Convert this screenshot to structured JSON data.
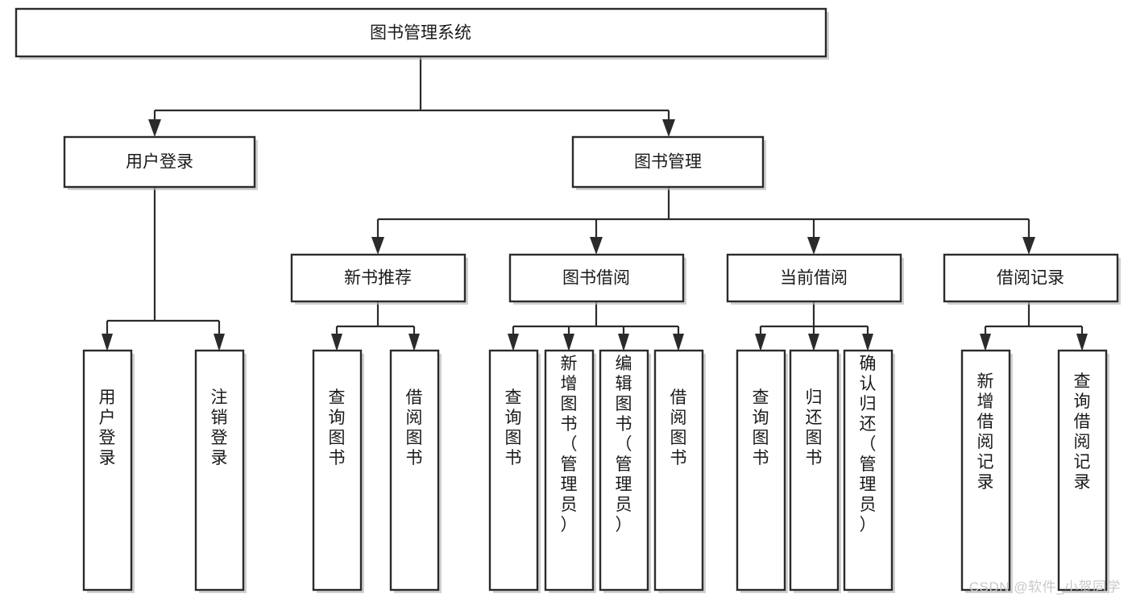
{
  "diagram": {
    "type": "tree",
    "title": "图书管理系统",
    "root": {
      "id": "root",
      "label": "图书管理系统",
      "orientation": "horizontal"
    },
    "level2": [
      {
        "id": "user-login",
        "label": "用户登录",
        "orientation": "horizontal"
      },
      {
        "id": "book-manage",
        "label": "图书管理",
        "orientation": "horizontal"
      }
    ],
    "level3": [
      {
        "id": "new-book-recommend",
        "label": "新书推荐",
        "parent": "book-manage",
        "orientation": "horizontal"
      },
      {
        "id": "book-borrow",
        "label": "图书借阅",
        "parent": "book-manage",
        "orientation": "horizontal"
      },
      {
        "id": "current-borrow",
        "label": "当前借阅",
        "parent": "book-manage",
        "orientation": "horizontal"
      },
      {
        "id": "borrow-record",
        "label": "借阅记录",
        "parent": "book-manage",
        "orientation": "horizontal"
      }
    ],
    "leaves": [
      {
        "id": "leaf-user-login",
        "label": "用户登录",
        "parent": "user-login",
        "orientation": "vertical"
      },
      {
        "id": "leaf-logout-login",
        "label": "注销登录",
        "parent": "user-login",
        "orientation": "vertical"
      },
      {
        "id": "leaf-query-book-1",
        "label": "查询图书",
        "parent": "new-book-recommend",
        "orientation": "vertical"
      },
      {
        "id": "leaf-borrow-book-1",
        "label": "借阅图书",
        "parent": "new-book-recommend",
        "orientation": "vertical"
      },
      {
        "id": "leaf-query-book-2",
        "label": "查询图书",
        "parent": "book-borrow",
        "orientation": "vertical"
      },
      {
        "id": "leaf-add-book",
        "label": "新增图书（管理员）",
        "parent": "book-borrow",
        "orientation": "vertical"
      },
      {
        "id": "leaf-edit-book",
        "label": "编辑图书（管理员）",
        "parent": "book-borrow",
        "orientation": "vertical"
      },
      {
        "id": "leaf-borrow-book-2",
        "label": "借阅图书",
        "parent": "book-borrow",
        "orientation": "vertical"
      },
      {
        "id": "leaf-query-book-3",
        "label": "查询图书",
        "parent": "current-borrow",
        "orientation": "vertical"
      },
      {
        "id": "leaf-return-book",
        "label": "归还图书",
        "parent": "current-borrow",
        "orientation": "vertical"
      },
      {
        "id": "leaf-confirm-return",
        "label": "确认归还（管理员）",
        "parent": "current-borrow",
        "orientation": "vertical"
      },
      {
        "id": "leaf-add-record",
        "label": "新增借阅记录",
        "parent": "borrow-record",
        "orientation": "vertical"
      },
      {
        "id": "leaf-query-record",
        "label": "查询借阅记录",
        "parent": "borrow-record",
        "orientation": "vertical"
      }
    ],
    "colors": {
      "stroke": "#2b2b2b",
      "fill": "#ffffff",
      "text": "#1a1a1a",
      "watermark": "#c9c9c9"
    }
  },
  "watermark": {
    "text": "CSDN @软件_小贺同学"
  }
}
